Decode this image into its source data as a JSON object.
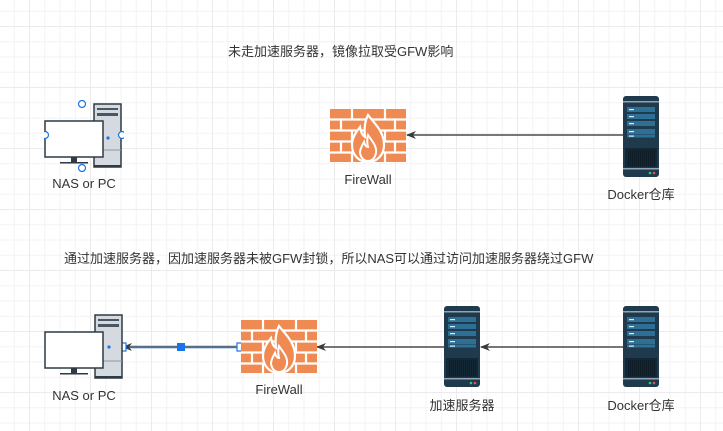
{
  "diagram": {
    "top": {
      "caption": "未走加速服务器，镜像拉取受GFW影响",
      "nodes": {
        "client": {
          "label": "NAS or PC",
          "icon": "desktop-pc-icon",
          "selected": true
        },
        "firewall": {
          "label": "FireWall",
          "icon": "firewall-icon"
        },
        "registry": {
          "label": "Docker仓库",
          "icon": "server-icon"
        }
      },
      "edges": [
        {
          "from": "registry",
          "to": "firewall",
          "arrow": "end"
        }
      ]
    },
    "bottom": {
      "caption": "通过加速服务器，因加速服务器未被GFW封锁，所以NAS可以通过访问加速服务器绕过GFW",
      "nodes": {
        "client": {
          "label": "NAS or PC",
          "icon": "desktop-pc-icon"
        },
        "firewall": {
          "label": "FireWall",
          "icon": "firewall-icon"
        },
        "proxy": {
          "label": "加速服务器",
          "icon": "server-icon"
        },
        "registry": {
          "label": "Docker仓库",
          "icon": "server-icon"
        }
      },
      "edges": [
        {
          "from": "registry",
          "to": "proxy",
          "arrow": "end"
        },
        {
          "from": "proxy",
          "to": "firewall",
          "arrow": "end"
        },
        {
          "from": "firewall",
          "to": "client",
          "arrow": "end",
          "selected": true
        }
      ]
    },
    "colors": {
      "firewall": "#f08a53",
      "server_body": "#1f3a4d",
      "server_panel": "#2e6f95",
      "selection": "#1a73e8",
      "edge": "#4a4a4a"
    }
  }
}
